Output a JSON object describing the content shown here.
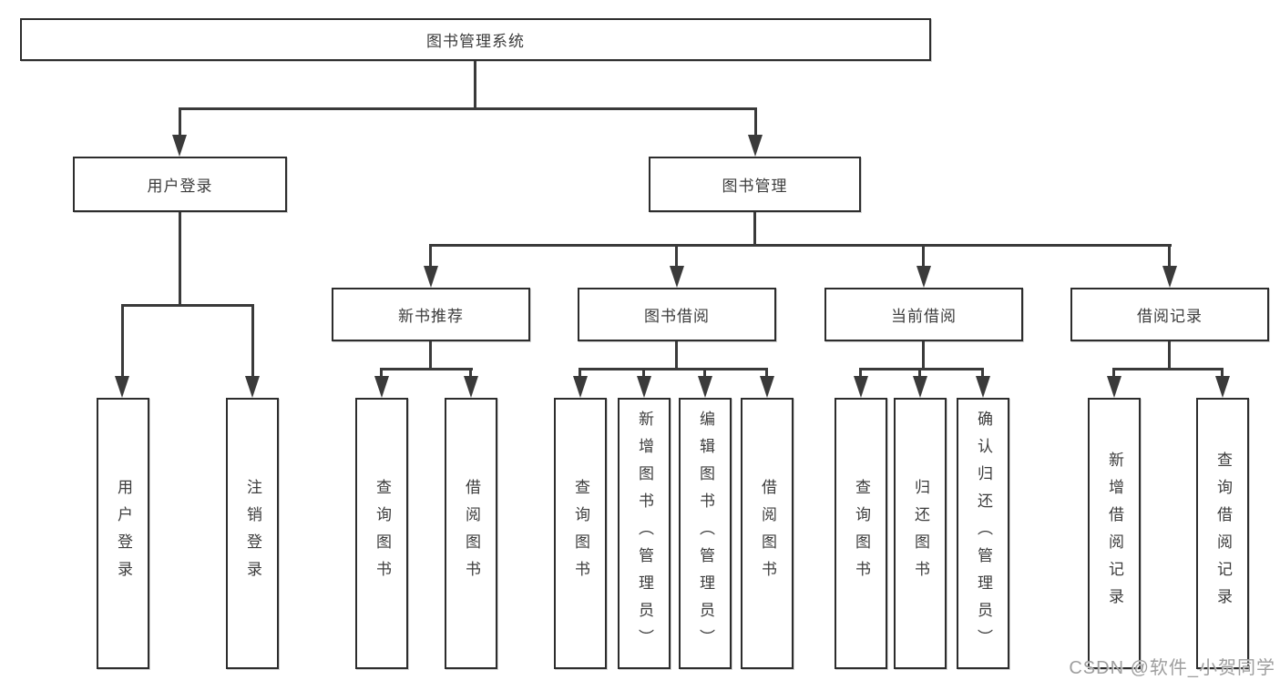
{
  "diagram": {
    "root": {
      "id": "library-system",
      "label": "图书管理系统"
    },
    "level2": [
      {
        "id": "user-login",
        "label": "用户登录"
      },
      {
        "id": "book-management",
        "label": "图书管理"
      }
    ],
    "level3": [
      {
        "id": "new-book-recommend",
        "label": "新书推荐"
      },
      {
        "id": "book-borrow",
        "label": "图书借阅"
      },
      {
        "id": "current-borrow",
        "label": "当前借阅"
      },
      {
        "id": "borrow-records",
        "label": "借阅记录"
      }
    ],
    "leaves": [
      {
        "id": "user-login-leaf",
        "parent": "user-login",
        "label": "用户登录"
      },
      {
        "id": "logout",
        "parent": "user-login",
        "label": "注销登录"
      },
      {
        "id": "query-book-recommend",
        "parent": "new-book-recommend",
        "label": "查询图书"
      },
      {
        "id": "borrow-book-recommend",
        "parent": "new-book-recommend",
        "label": "借阅图书"
      },
      {
        "id": "query-book-borrow",
        "parent": "book-borrow",
        "label": "查询图书"
      },
      {
        "id": "add-book-admin",
        "parent": "book-borrow",
        "label": "新增图书（管理员）"
      },
      {
        "id": "edit-book-admin",
        "parent": "book-borrow",
        "label": "编辑图书（管理员）"
      },
      {
        "id": "borrow-book",
        "parent": "book-borrow",
        "label": "借阅图书"
      },
      {
        "id": "query-book-current",
        "parent": "current-borrow",
        "label": "查询图书"
      },
      {
        "id": "return-book",
        "parent": "current-borrow",
        "label": "归还图书"
      },
      {
        "id": "confirm-return-admin",
        "parent": "current-borrow",
        "label": "确认归还（管理员）"
      },
      {
        "id": "add-borrow-record",
        "parent": "borrow-records",
        "label": "新增借阅记录"
      },
      {
        "id": "query-borrow-record",
        "parent": "borrow-records",
        "label": "查询借阅记录"
      }
    ]
  },
  "watermark": {
    "text": "CSDN @软件_小贺同学"
  },
  "colors": {
    "line": "#3a3a3a",
    "box_border": "#2d2d2d",
    "box_fill": "#ffffff",
    "text": "#3c3c3c",
    "watermark": "#9e9e9e",
    "background": "#ffffff"
  }
}
